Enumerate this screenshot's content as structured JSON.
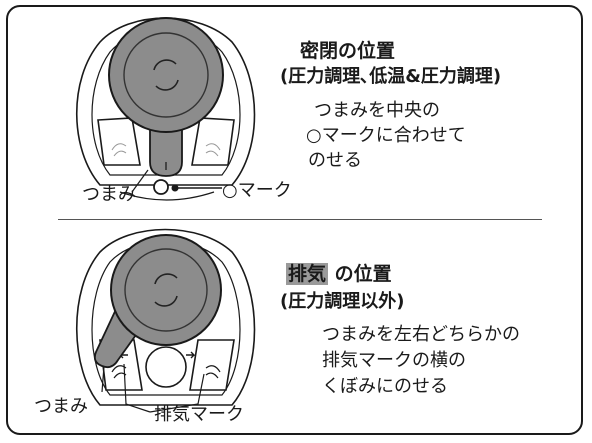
{
  "sealed": {
    "heading": "密閉の位置",
    "subheading": "(圧力調理､低温&圧力調理)",
    "instruction_lines": [
      "つまみを中央の",
      "○マークに合わせて",
      "のせる"
    ],
    "knob_label": "つまみ",
    "mark_label": "○マーク"
  },
  "exhaust": {
    "heading_highlight": "排気",
    "heading_rest": "の位置",
    "subheading": "(圧力調理以外)",
    "instruction_lines": [
      "つまみを左右どちらかの",
      "排気マークの横の",
      "くぼみにのせる"
    ],
    "knob_label": "つまみ",
    "exhaust_mark_label": "排気マーク"
  },
  "colors": {
    "knob": "#8c8c8c",
    "outline": "#1a1a1a",
    "highlight": "#9a9a9a",
    "panel": "#ffffff"
  }
}
